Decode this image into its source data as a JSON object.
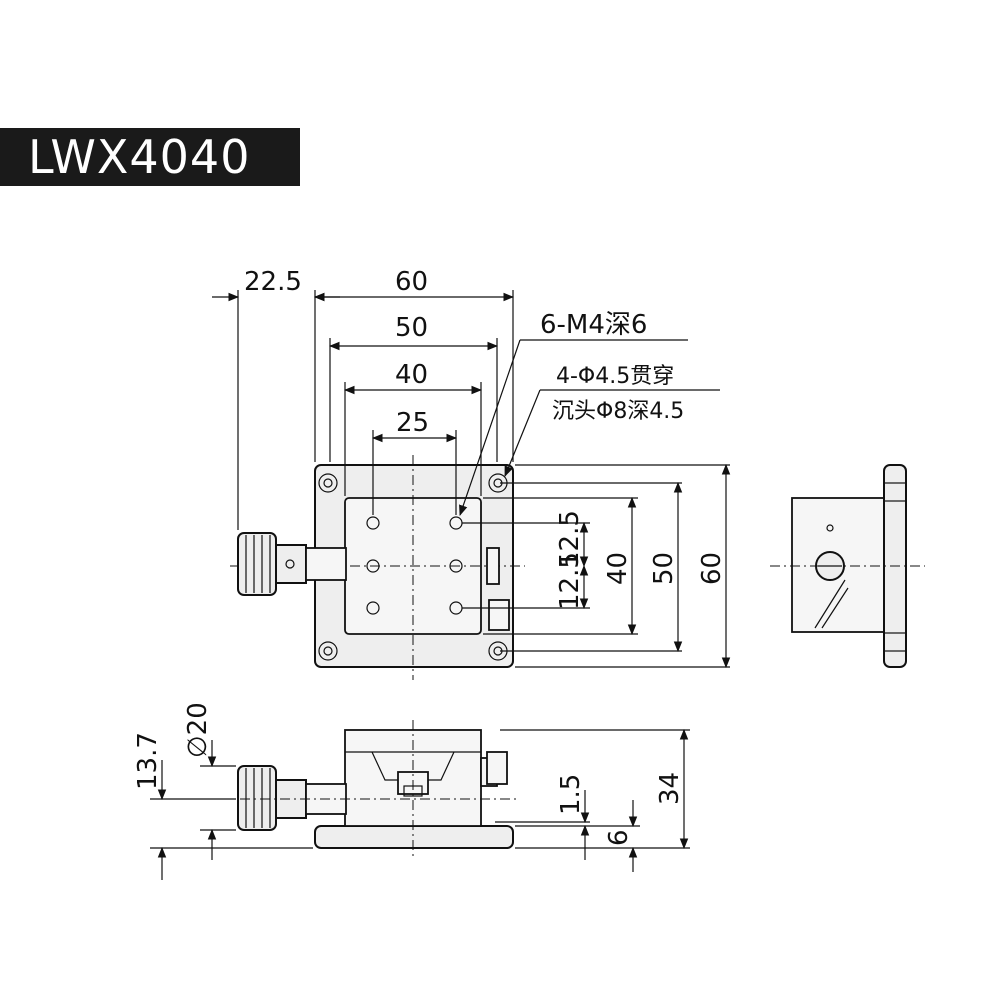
{
  "title": "LWX4040",
  "dimensions": {
    "top_offset": "22.5",
    "top_60": "60",
    "top_50": "50",
    "top_40": "40",
    "top_25": "25",
    "right_12_5_a": "12.5",
    "right_12_5_b": "12.5",
    "right_40": "40",
    "right_50": "50",
    "right_60": "60",
    "side_13_7": "13.7",
    "side_dia_20": "∅20",
    "side_1_5": "1.5",
    "side_34": "34",
    "side_6": "6"
  },
  "notes": {
    "threaded_holes": "6-M4深6",
    "through_holes": "4-Φ4.5贯穿",
    "counterbore": "沉头Φ8深4.5"
  }
}
